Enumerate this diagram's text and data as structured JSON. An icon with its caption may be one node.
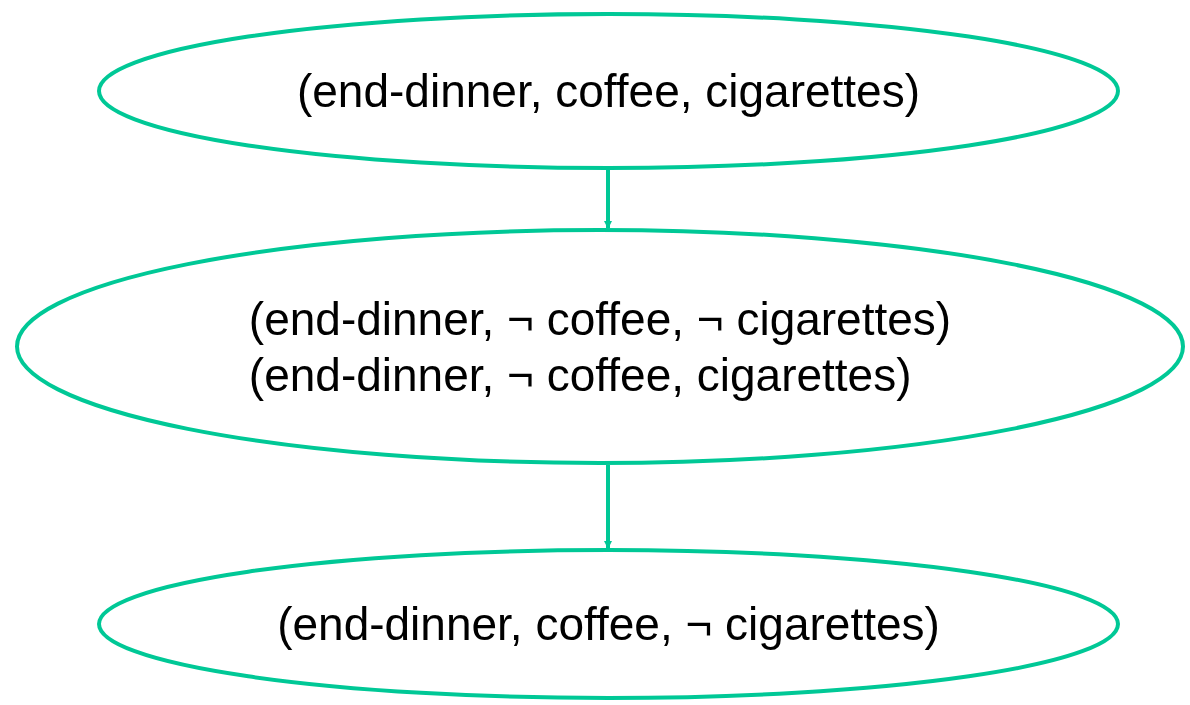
{
  "diagram": {
    "nodes": [
      {
        "text": [
          "(end-dinner, coffee, cigarettes)"
        ]
      },
      {
        "text": [
          "(end-dinner, ¬ coffee, ¬ cigarettes)",
          "(end-dinner, ¬ coffee, cigarettes)"
        ]
      },
      {
        "text": [
          "(end-dinner, coffee, ¬ cigarettes)"
        ]
      }
    ],
    "edges": [
      {
        "from": 0,
        "to": 1,
        "arrow": "to"
      },
      {
        "from": 1,
        "to": 2,
        "arrow": "to"
      }
    ]
  }
}
